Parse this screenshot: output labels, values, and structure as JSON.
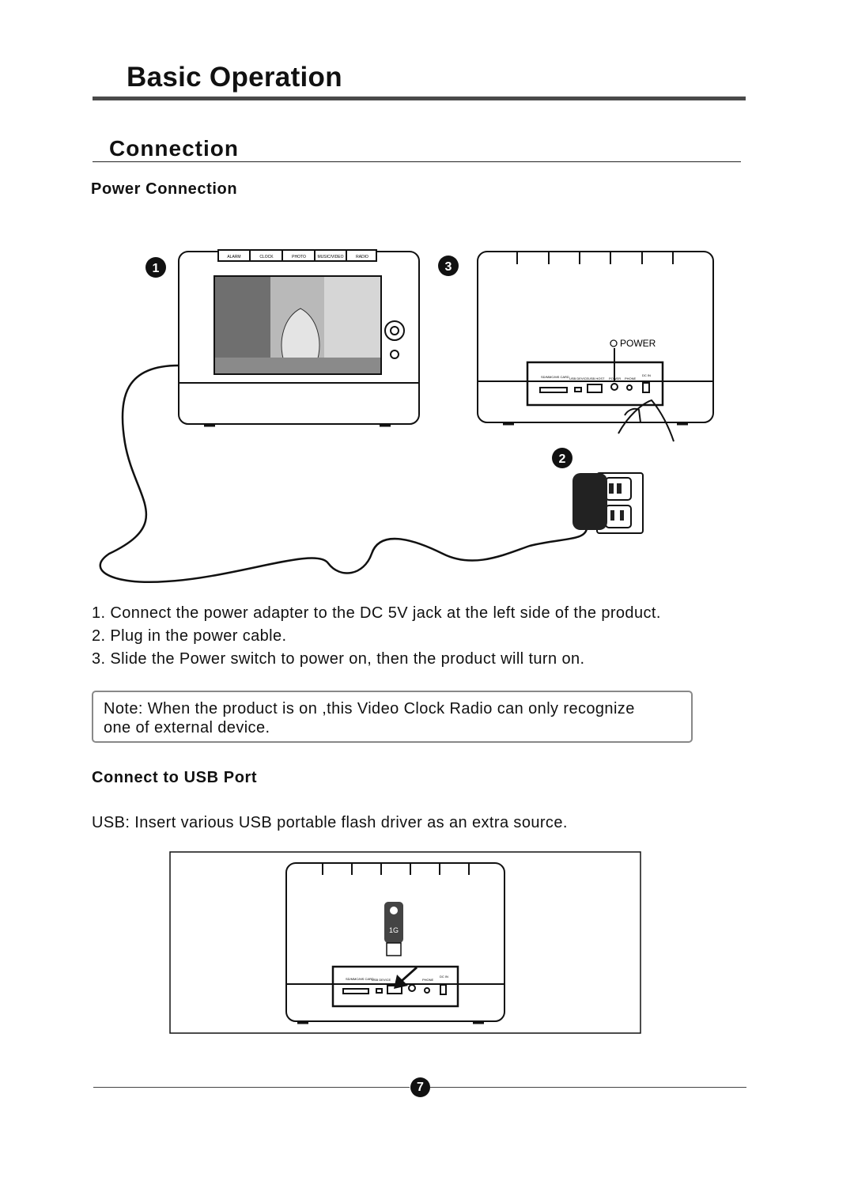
{
  "header": {
    "title": "Basic Operation"
  },
  "section": {
    "title": "Connection"
  },
  "power_connection": {
    "heading": "Power Connection",
    "figure": {
      "callouts": [
        "1",
        "2",
        "3"
      ],
      "top_buttons": [
        "ALARM",
        "CLOCK",
        "PHOTO",
        "MUSIC/VIDEO",
        "RADIO"
      ],
      "power_label": "POWER",
      "rear_panel_labels": {
        "card": "SD/MMC/MS CARD",
        "usb_device": "USB DEVICE",
        "usb_host": "USB HOST",
        "power": "POWER",
        "phone": "PHONE",
        "dc_in": "DC IN"
      }
    },
    "steps": [
      "1. Connect the power adapter to the DC 5V jack at the left side of the product.",
      "2. Plug in the power cable.",
      "3. Slide the Power switch to power on, then the product will turn on."
    ],
    "note_line1": "Note: When the product is on ,this Video Clock Radio can only recognize",
    "note_line2": "one of external device."
  },
  "usb_port": {
    "heading": "Connect to USB Port",
    "text": "USB: Insert  various USB portable flash driver as an extra source.",
    "figure": {
      "flash_label": "1G"
    }
  },
  "footer": {
    "page_number": "7"
  }
}
